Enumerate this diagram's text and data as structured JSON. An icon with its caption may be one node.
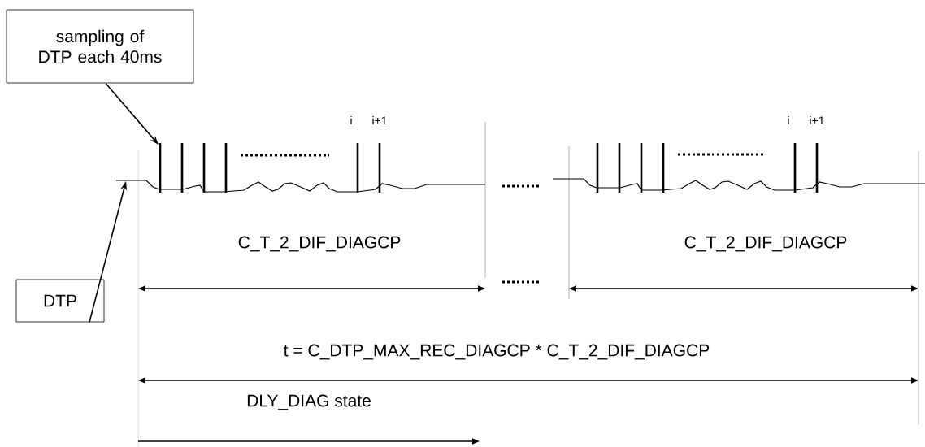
{
  "diagram": {
    "nodes": [
      {
        "text": [
          "sampling of DTP each 40ms"
        ]
      },
      {
        "text": [
          "DTP"
        ]
      }
    ],
    "edges": [
      {
        "from": 0,
        "to": null,
        "arrow": "to"
      },
      {
        "from": 1,
        "to": null,
        "arrow": "to"
      }
    ],
    "labels": [
      "i",
      "i+1",
      "i",
      "i+1",
      "C_T_2_DIF_DIAGCP",
      "C_T_2_DIF_DIAGCP",
      "t = C_DTP_MAX_REC_DIAGCP * C_T_2_DIF_DIAGCP",
      "DLY_DIAG state"
    ]
  }
}
